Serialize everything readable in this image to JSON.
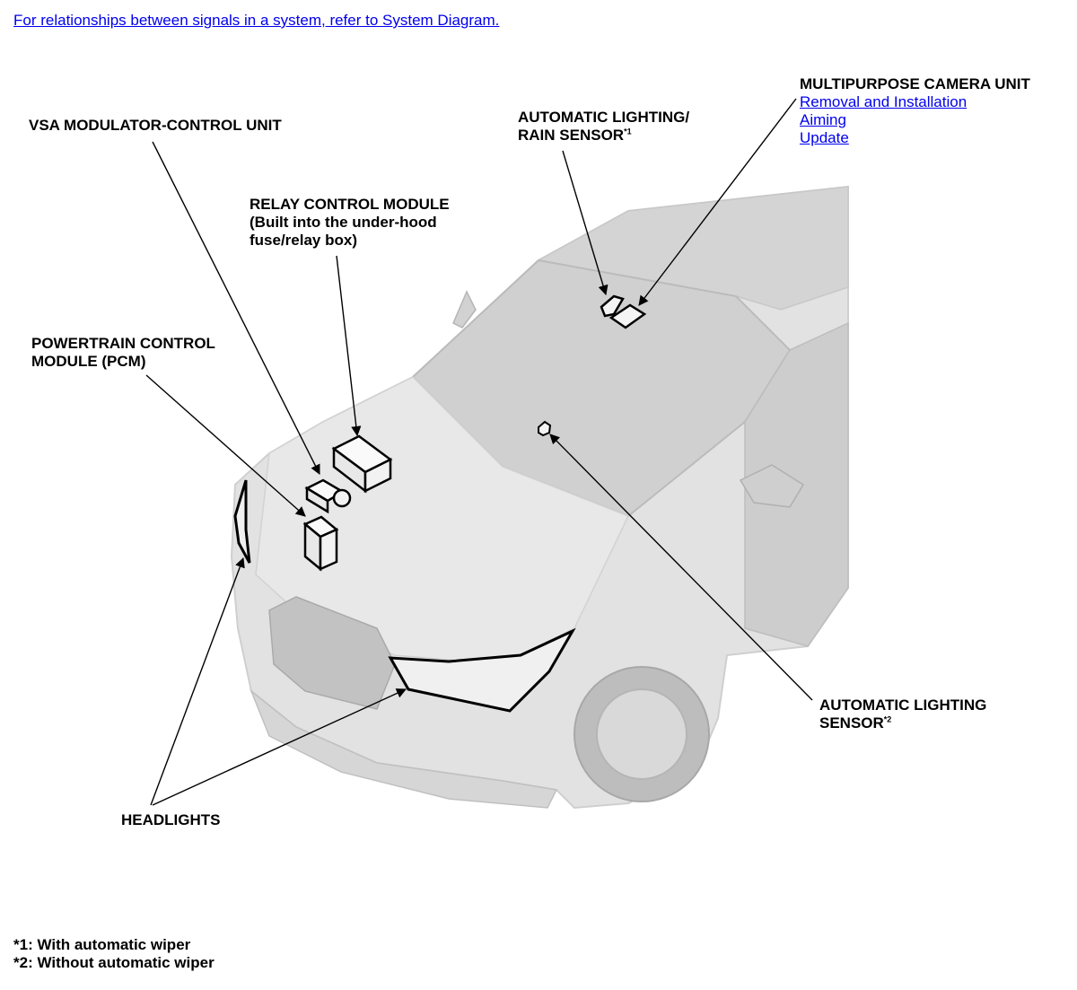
{
  "header": {
    "system_link": "For relationships between signals in a system, refer to System Diagram."
  },
  "labels": {
    "vsa": "VSA MODULATOR-CONTROL UNIT",
    "relay_line1": "RELAY CONTROL MODULE",
    "relay_line2": "(Built into the under-hood",
    "relay_line3": "fuse/relay box)",
    "pcm_line1": "POWERTRAIN CONTROL",
    "pcm_line2": "MODULE (PCM)",
    "rain_line1": "AUTOMATIC LIGHTING/",
    "rain_line2": "RAIN SENSOR",
    "rain_sup": "*1",
    "camera_title": "MULTIPURPOSE CAMERA UNIT",
    "camera_links": [
      "Removal and Installation",
      "Aiming",
      "Update"
    ],
    "als_line1": "AUTOMATIC LIGHTING",
    "als_line2": "SENSOR",
    "als_sup": "*2",
    "headlights": "HEADLIGHTS"
  },
  "footnotes": [
    "*1: With automatic wiper",
    "*2: Without automatic wiper"
  ],
  "colors": {
    "link": "#0000ee",
    "car_body": "#dcdcdc",
    "car_shadow": "#c4c4c4",
    "component": "#f4f4f4"
  }
}
